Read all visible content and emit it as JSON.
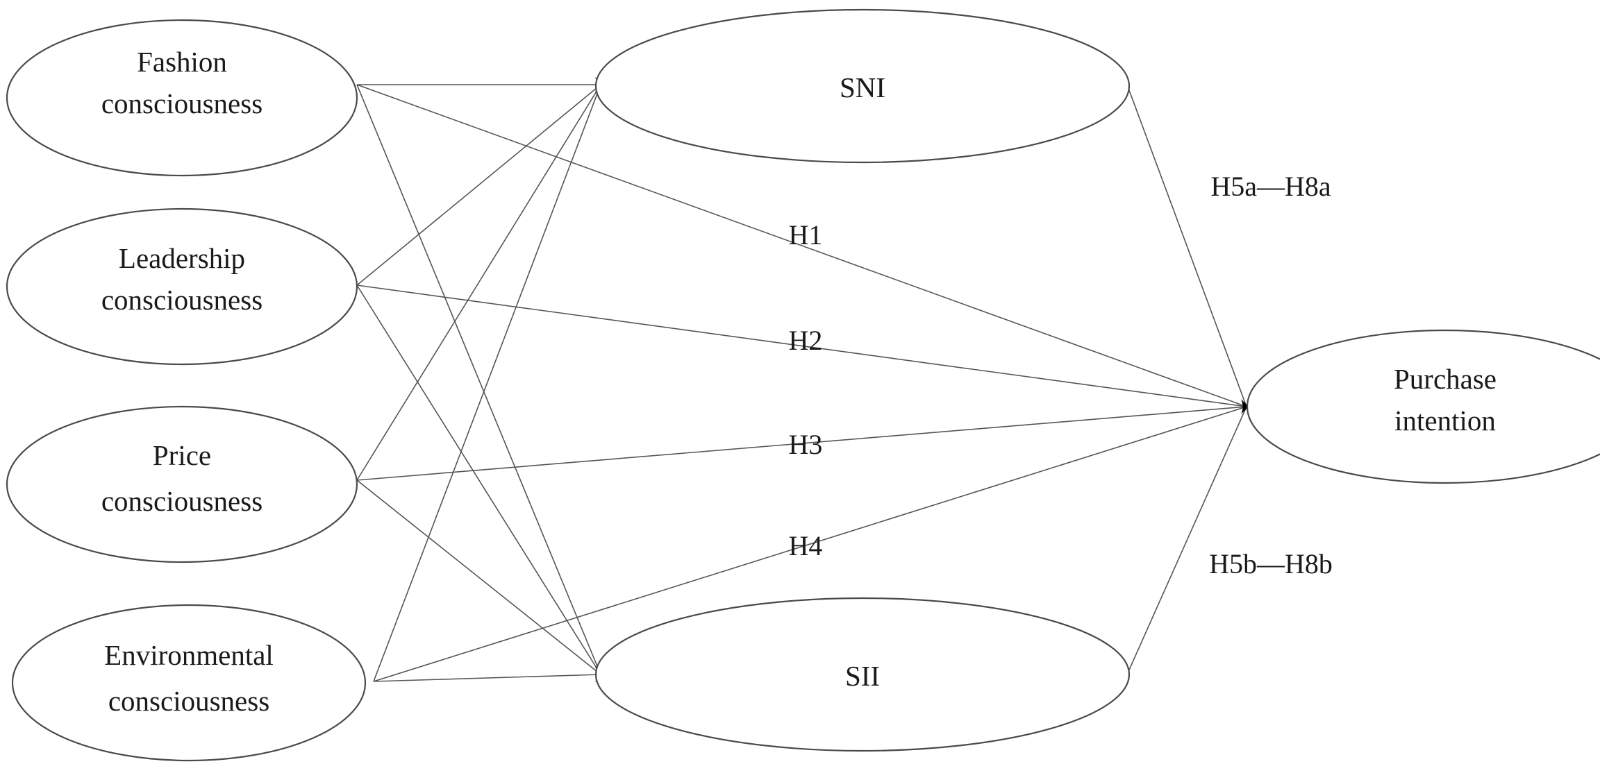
{
  "diagram": {
    "nodes": [
      {
        "id": "fashion",
        "lines": [
          "Fashion",
          "consciousness"
        ]
      },
      {
        "id": "leadership",
        "lines": [
          "Leadership",
          "consciousness"
        ]
      },
      {
        "id": "price",
        "lines": [
          "Price",
          "consciousness"
        ]
      },
      {
        "id": "environmental",
        "lines": [
          "Environmental",
          "consciousness"
        ]
      },
      {
        "id": "sni",
        "lines": [
          "SNI"
        ]
      },
      {
        "id": "sii",
        "lines": [
          "SII"
        ]
      },
      {
        "id": "purchase",
        "lines": [
          "Purchase",
          "intention"
        ]
      }
    ],
    "edges": [
      {
        "from": "fashion",
        "to": "sni"
      },
      {
        "from": "leadership",
        "to": "sni"
      },
      {
        "from": "price",
        "to": "sni"
      },
      {
        "from": "environmental",
        "to": "sni"
      },
      {
        "from": "fashion",
        "to": "sii"
      },
      {
        "from": "leadership",
        "to": "sii"
      },
      {
        "from": "price",
        "to": "sii"
      },
      {
        "from": "environmental",
        "to": "sii"
      },
      {
        "from": "fashion",
        "to": "purchase",
        "label": "H1"
      },
      {
        "from": "leadership",
        "to": "purchase",
        "label": "H2"
      },
      {
        "from": "price",
        "to": "purchase",
        "label": "H3"
      },
      {
        "from": "environmental",
        "to": "purchase",
        "label": "H4"
      },
      {
        "from": "sni",
        "to": "purchase",
        "label": "H5a—H8a"
      },
      {
        "from": "sii",
        "to": "purchase",
        "label": "H5b—H8b"
      }
    ]
  }
}
